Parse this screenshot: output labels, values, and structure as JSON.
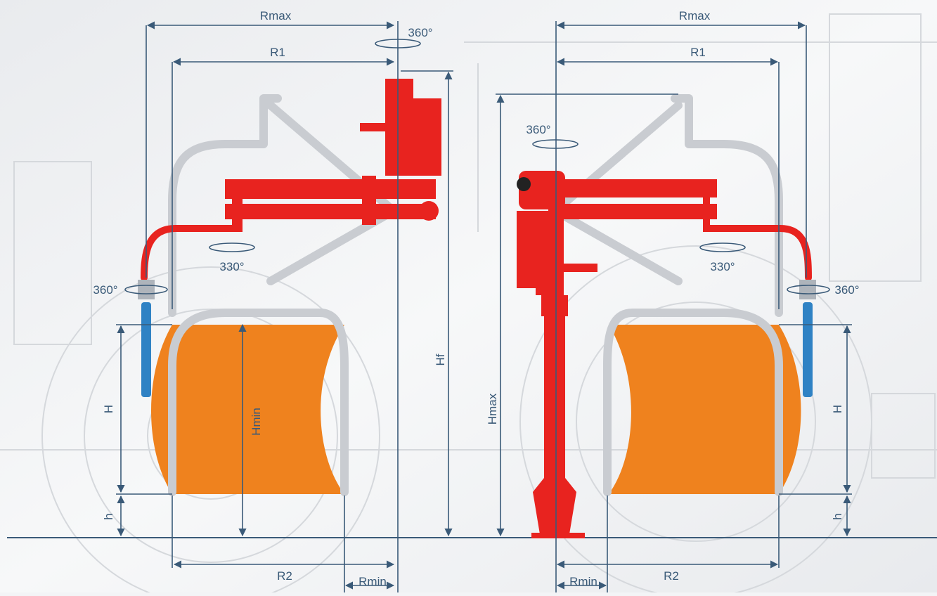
{
  "colors": {
    "dimension": "#3a5a78",
    "arm": "#e8231f",
    "tool": "#2f82c4",
    "zone": "#ef821e",
    "ghost": "#c9ccd1",
    "background": "#f3f4f6"
  },
  "left_machine": {
    "labels": {
      "rmax": "Rmax",
      "r1": "R1",
      "r2": "R2",
      "rmin": "Rmin",
      "hf": "Hf",
      "hmin": "Hmin",
      "h_upper": "H",
      "h_lower": "h",
      "rot_top": "360°",
      "rot_mid": "330°",
      "rot_tool": "360°"
    }
  },
  "right_machine": {
    "labels": {
      "rmax": "Rmax",
      "r1": "R1",
      "r2": "R2",
      "rmin": "Rmin",
      "hmax": "Hmax",
      "h_upper": "H",
      "h_lower": "h",
      "rot_top": "360°",
      "rot_mid": "330°",
      "rot_tool": "360°"
    }
  }
}
